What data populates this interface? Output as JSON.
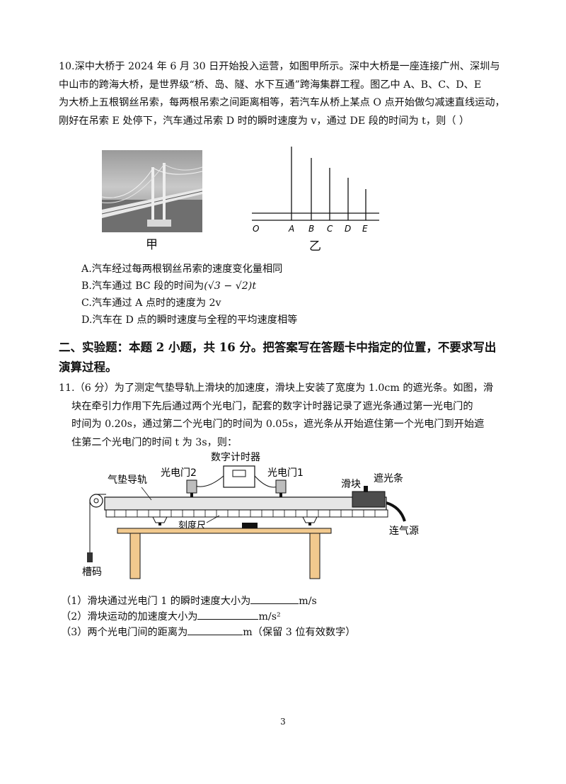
{
  "q10": {
    "lines": [
      "10.深中大桥于 2024 年 6 月 30 日开始投入运营，如图甲所示。深中大桥是一座连接广州、深圳与",
      "中山市的跨海大桥，是世界级“桥、岛、隧、水下互通”跨海集群工程。图乙中 A、B、C、D、E",
      "为大桥上五根钢丝吊索，每两根吊索之间距离相等，若汽车从桥上某点 O 点开始做匀减速直线运动，",
      "刚好在吊索 E 处停下，汽车通过吊索 D 时的瞬时速度为 v，通过 DE 段的时间为 t，则（      ）"
    ],
    "photo_caption": "甲",
    "diagram_caption": "乙",
    "diagram_labels": [
      "O",
      "A",
      "B",
      "C",
      "D",
      "E"
    ],
    "options": {
      "A": "A.汽车经过每两根钢丝吊索的速度变化量相同",
      "B_prefix": "B.汽车通过 BC 段的时间为",
      "B_formula": "(√3 − √2)t",
      "C": "C.汽车通过 A 点时的速度为 2v",
      "D": "D.汽车在 D 点的瞬时速度与全程的平均速度相等"
    }
  },
  "section2": {
    "line1": "二、实验题：本题 2 小题，共 16 分。把答案写在答题卡中指定的位置，不要求写出",
    "line2": "演算过程。"
  },
  "q11": {
    "lines": [
      "11.（6 分）为了测定气垫导轨上滑块的加速度，滑块上安装了宽度为 1.0cm 的遮光条。如图，滑",
      "块在牵引力作用下先后通过两个光电门，配套的数字计时器记录了遮光条通过第一光电门的",
      "时间为 0.20s，通过第二个光电门的时间为 0.05s，遮光条从开始遮住第一个光电门到开始遮",
      "住第二个光电门的时间 t 为 3s，则："
    ],
    "apparatus_labels": {
      "timer": "数字计时器",
      "track": "气垫导轨",
      "gate2": "光电门2",
      "gate1": "光电门1",
      "slider": "滑块",
      "strip": "遮光条",
      "ruler": "刻度尺",
      "air": "连气源",
      "weight": "槽码"
    },
    "sub1_prefix": "（1）滑块通过光电门 1 的瞬时速度大小为",
    "sub1_unit": "m/s",
    "sub2_prefix": "（2）滑块运动的加速度大小为",
    "sub2_unit": "m/s²",
    "sub3_prefix": "（3）两个光电门间的距离为",
    "sub3_suffix": "m（保留 3 位有效数字）"
  },
  "page_number": "3"
}
